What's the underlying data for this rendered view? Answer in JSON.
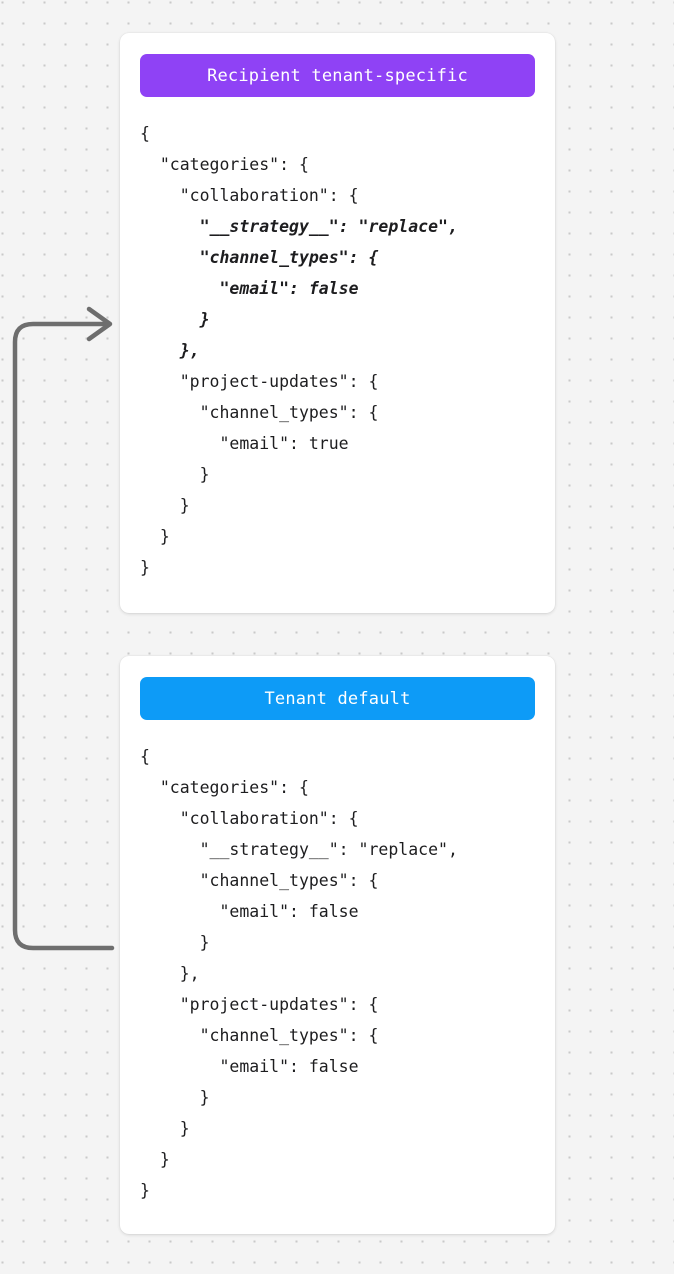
{
  "canvas": {
    "background_color": "#f4f4f4",
    "dot_color": "#c9c9c9"
  },
  "connector": {
    "name": "override-flow-arrow",
    "color": "#6e6e6e",
    "direction": "from tenant-default up into recipient tenant-specific"
  },
  "cards": [
    {
      "id": "recipient-tenant-specific",
      "header": {
        "label": "Recipient tenant-specific",
        "color": "#8f42f5"
      },
      "code_lines": [
        {
          "text": "{",
          "emphasis": false
        },
        {
          "text": "  \"categories\": {",
          "emphasis": false
        },
        {
          "text": "    \"collaboration\": {",
          "emphasis": false
        },
        {
          "text": "      \"__strategy__\": \"replace\",",
          "emphasis": true
        },
        {
          "text": "      \"channel_types\": {",
          "emphasis": true
        },
        {
          "text": "        \"email\": false",
          "emphasis": true
        },
        {
          "text": "      }",
          "emphasis": true
        },
        {
          "text": "    },",
          "emphasis": true
        },
        {
          "text": "    \"project-updates\": {",
          "emphasis": false
        },
        {
          "text": "      \"channel_types\": {",
          "emphasis": false
        },
        {
          "text": "        \"email\": true",
          "emphasis": false
        },
        {
          "text": "      }",
          "emphasis": false
        },
        {
          "text": "    }",
          "emphasis": false
        },
        {
          "text": "  }",
          "emphasis": false
        },
        {
          "text": "}",
          "emphasis": false
        }
      ]
    },
    {
      "id": "tenant-default",
      "header": {
        "label": "Tenant default",
        "color": "#0d9bf7"
      },
      "code_lines": [
        {
          "text": "{",
          "emphasis": false
        },
        {
          "text": "  \"categories\": {",
          "emphasis": false
        },
        {
          "text": "    \"collaboration\": {",
          "emphasis": false
        },
        {
          "text": "      \"__strategy__\": \"replace\",",
          "emphasis": false
        },
        {
          "text": "      \"channel_types\": {",
          "emphasis": false
        },
        {
          "text": "        \"email\": false",
          "emphasis": false
        },
        {
          "text": "      }",
          "emphasis": false
        },
        {
          "text": "    },",
          "emphasis": false
        },
        {
          "text": "    \"project-updates\": {",
          "emphasis": false
        },
        {
          "text": "      \"channel_types\": {",
          "emphasis": false
        },
        {
          "text": "        \"email\": false",
          "emphasis": false
        },
        {
          "text": "      }",
          "emphasis": false
        },
        {
          "text": "    }",
          "emphasis": false
        },
        {
          "text": "  }",
          "emphasis": false
        },
        {
          "text": "}",
          "emphasis": false
        }
      ]
    }
  ]
}
